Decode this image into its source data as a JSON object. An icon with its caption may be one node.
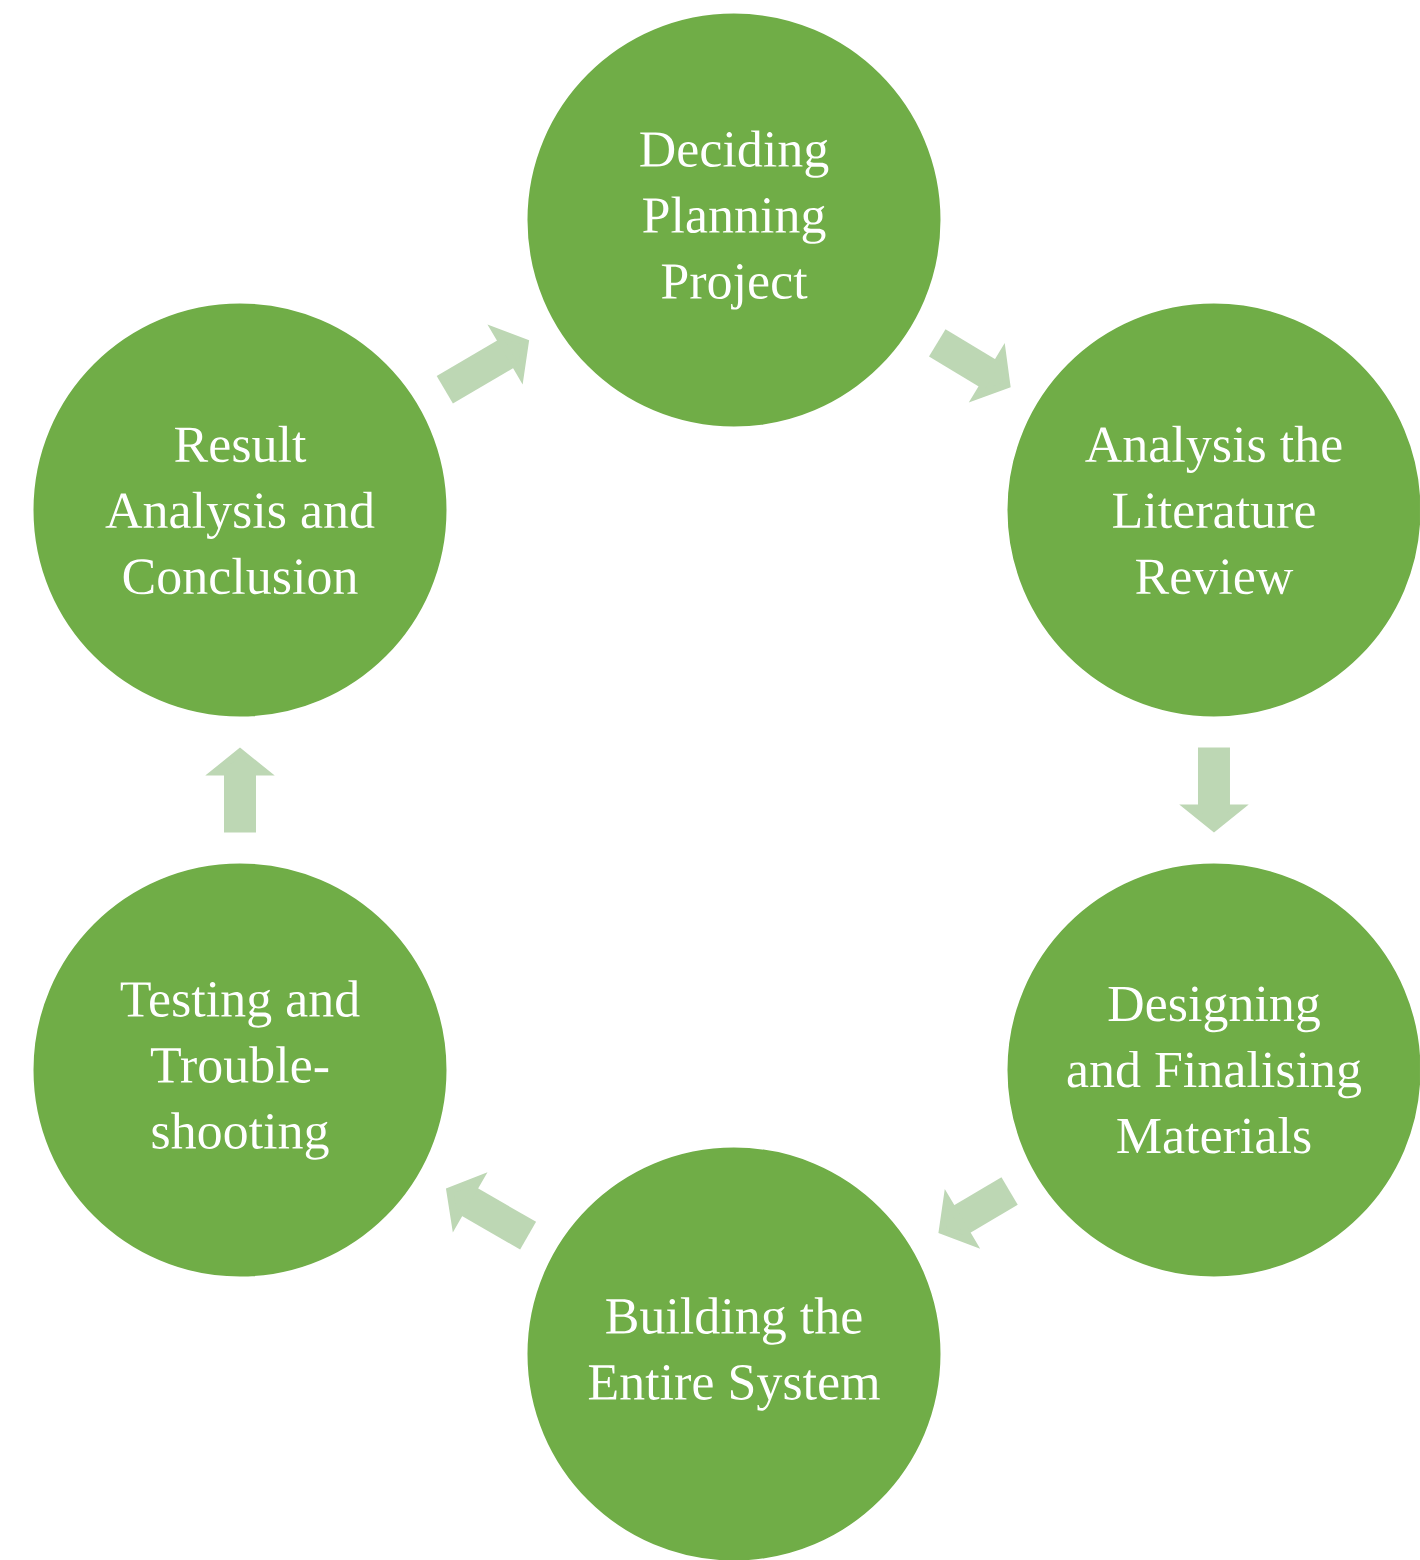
{
  "diagram": {
    "nodes": [
      {
        "text": [
          "Deciding Planning Project"
        ]
      },
      {
        "text": [
          "Analysis the Literature Review"
        ]
      },
      {
        "text": [
          "Designing and Finalising Materials"
        ]
      },
      {
        "text": [
          "Building the Entire System"
        ]
      },
      {
        "text": [
          "Testing and Trouble-shooting"
        ]
      },
      {
        "text": [
          "Result Analysis and Conclusion"
        ]
      }
    ],
    "edges": [
      {
        "from": 0,
        "to": 1,
        "arrow": "to"
      },
      {
        "from": 1,
        "to": 2,
        "arrow": "to"
      },
      {
        "from": 2,
        "to": 3,
        "arrow": "to"
      },
      {
        "from": 3,
        "to": 4,
        "arrow": "to"
      },
      {
        "from": 4,
        "to": 5,
        "arrow": "to"
      },
      {
        "from": 5,
        "to": 0,
        "arrow": "to"
      }
    ]
  }
}
